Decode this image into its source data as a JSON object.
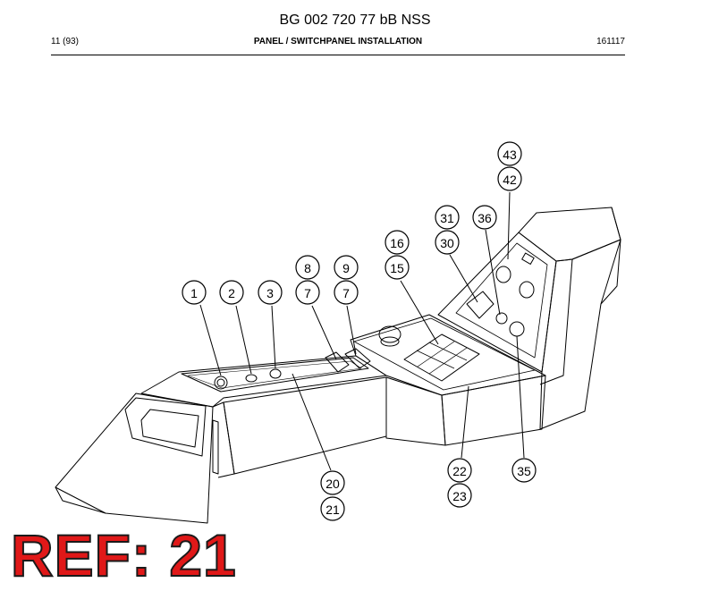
{
  "header": {
    "doc_title": "BG 002 720 77 bB NSS",
    "page_label": "11 (93)",
    "section_title": "PANEL / SWITCHPANEL INSTALLATION",
    "date_code": "161117"
  },
  "diagram": {
    "callouts": [
      {
        "id": "c1",
        "label": "1"
      },
      {
        "id": "c2",
        "label": "2"
      },
      {
        "id": "c3",
        "label": "3"
      },
      {
        "id": "c8",
        "label": "8"
      },
      {
        "id": "c7a",
        "label": "7"
      },
      {
        "id": "c9",
        "label": "9"
      },
      {
        "id": "c7b",
        "label": "7"
      },
      {
        "id": "c16",
        "label": "16"
      },
      {
        "id": "c15",
        "label": "15"
      },
      {
        "id": "c31",
        "label": "31"
      },
      {
        "id": "c30",
        "label": "30"
      },
      {
        "id": "c36",
        "label": "36"
      },
      {
        "id": "c43",
        "label": "43"
      },
      {
        "id": "c42",
        "label": "42"
      },
      {
        "id": "c20",
        "label": "20"
      },
      {
        "id": "c21",
        "label": "21"
      },
      {
        "id": "c22",
        "label": "22"
      },
      {
        "id": "c23",
        "label": "23"
      },
      {
        "id": "c35",
        "label": "35"
      }
    ]
  },
  "stamp": {
    "text": "REF: 21",
    "color": "#e01818"
  }
}
